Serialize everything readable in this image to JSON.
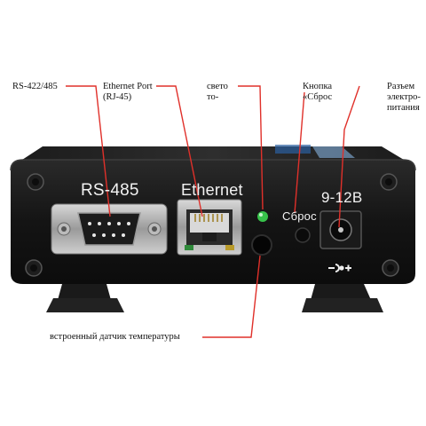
{
  "callouts": {
    "rs": {
      "lines": [
        "RS-422/485"
      ]
    },
    "ethernet": {
      "lines": [
        "Ethernet Port",
        "(RJ-45)"
      ]
    },
    "led": {
      "lines": [
        "свето",
        "то-"
      ]
    },
    "button": {
      "lines": [
        "Кнопка",
        "«Сброс"
      ]
    },
    "power": {
      "lines": [
        "Разъем",
        "электро-",
        "питания"
      ]
    },
    "sensor": {
      "lines": [
        "встроенный датчик температуры"
      ]
    }
  },
  "panel": {
    "rs485_label": "RS-485",
    "ethernet_label": "Ethernet",
    "reset_label": "Сброс",
    "voltage_label": "9-12В"
  },
  "colors": {
    "callout_line": "#e0302a",
    "device_body": "#141414",
    "led_green": "#37c24a",
    "background": "#ffffff"
  },
  "icons": [
    "screw-icon",
    "db9-connector-icon",
    "rj45-port-icon",
    "led-icon",
    "reset-button-icon",
    "dc-jack-icon",
    "polarity-icon"
  ]
}
